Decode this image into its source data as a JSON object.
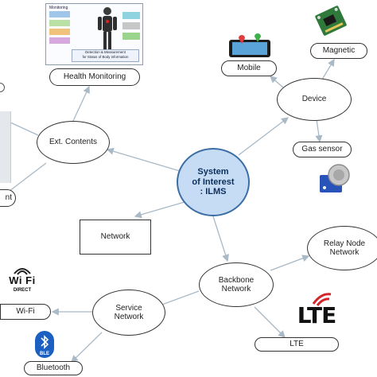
{
  "center": {
    "line1": "System",
    "line2": "of Interest",
    "line3": ": ILMS"
  },
  "nodes": {
    "ext_contents": "Ext. Contents",
    "health_monitoring": "Health Monitoring",
    "device": "Device",
    "mobile": "Mobile",
    "magnetic": "Magnetic",
    "gas_sensor": "Gas sensor",
    "network": "Network",
    "backbone_network": {
      "line1": "Backbone",
      "line2": "Network"
    },
    "relay_node_network": {
      "line1": "Relay Node",
      "line2": "Network"
    },
    "service_network": {
      "line1": "Service",
      "line2": "Network"
    },
    "wifi": "Wi-Fi",
    "bluetooth": "Bluetooth",
    "lte": "LTE",
    "partial_left_label": "nt"
  },
  "logos": {
    "wifi_word": "Wi Fi",
    "wifi_sub": "DIRECT",
    "lte_word": "LTE",
    "ble_word": "BLE"
  },
  "health_image_text": {
    "monitoring": "Monitoring",
    "caption_line1": "Detection & Measurement",
    "caption_line2": "for Status of Body information"
  },
  "colors": {
    "center_fill": "#c6dcf5",
    "center_border": "#3a6ea5",
    "connector": "#a9b9c6",
    "lte_red": "#d0262b",
    "bluetooth_blue": "#1a5fc1"
  }
}
